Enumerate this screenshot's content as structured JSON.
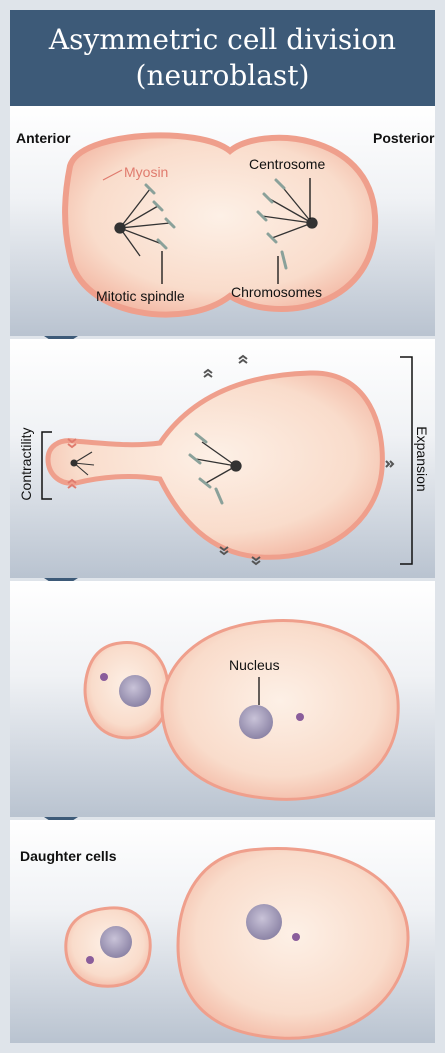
{
  "title": {
    "line1": "Asymmetric cell division",
    "line2": "(neuroblast)"
  },
  "panel1": {
    "anterior": "Anterior",
    "posterior": "Posterior",
    "myosin": "Myosin",
    "centrosome": "Centrosome",
    "mitotic_spindle": "Mitotic spindle",
    "chromosomes": "Chromosomes"
  },
  "panel2": {
    "contractility": "Contractility",
    "expansion": "Expansion"
  },
  "panel3": {
    "nucleus": "Nucleus"
  },
  "panel4": {
    "daughter_cells": "Daughter cells"
  },
  "colors": {
    "header": "#3d5a78",
    "cell_fill": "#f8d9c6",
    "cell_edge": "#ef9f8c",
    "myosin": "#e07b6e",
    "nucleus": "#8c84a6",
    "spindle": "#333333"
  }
}
